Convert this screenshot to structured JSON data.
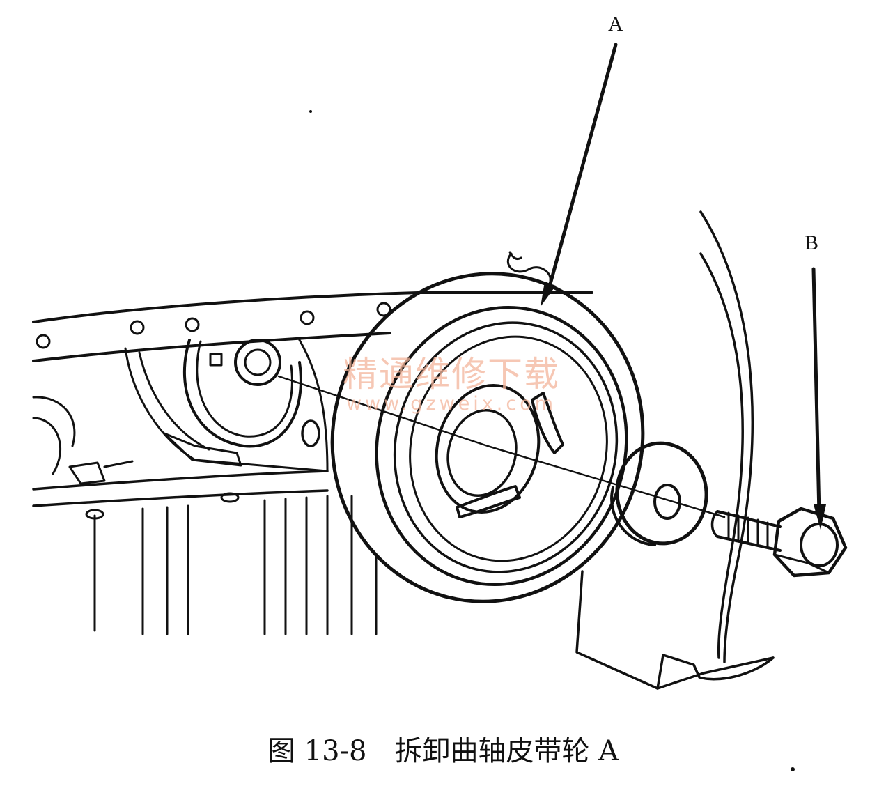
{
  "figure": {
    "caption": "图 13-8　拆卸曲轴皮带轮 A",
    "labels": {
      "a": "A",
      "b": "B"
    },
    "watermark": {
      "text_cn": "精通维修下载",
      "url": "www.gzweix.com"
    },
    "colors": {
      "ink": "#111111",
      "watermark": "#f3b59b",
      "background": "#ffffff"
    }
  }
}
